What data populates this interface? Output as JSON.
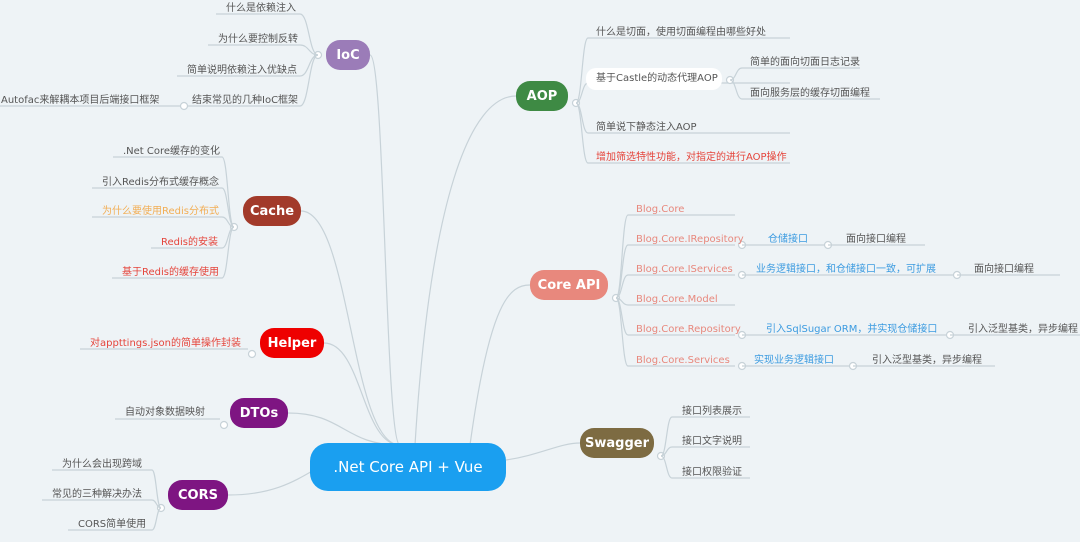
{
  "root": {
    "label": ".Net Core API + Vue",
    "color": "#1a9ff0"
  },
  "topics": {
    "ioc": {
      "label": "IoC",
      "color": "#9b7cb8"
    },
    "cache": {
      "label": "Cache",
      "color": "#a23a2a"
    },
    "helper": {
      "label": "Helper",
      "color": "#ee0000"
    },
    "dtos": {
      "label": "DTOs",
      "color": "#7e1582"
    },
    "cors": {
      "label": "CORS",
      "color": "#7e1582"
    },
    "aop": {
      "label": "AOP",
      "color": "#3e8a44"
    },
    "coreapi": {
      "label": "Core  API",
      "color": "#e8887d"
    },
    "swagger": {
      "label": "Swagger",
      "color": "#7d6b42"
    }
  },
  "ioc_items": [
    "什么是依赖注入",
    "为什么要控制反转",
    "简单说明依赖注入优缺点",
    "结束常见的几种IoC框架",
    "Autofac来解耦本项目后端接口框架"
  ],
  "cache_items": [
    ".Net Core缓存的变化",
    "引入Redis分布式缓存概念",
    "为什么要使用Redis分布式",
    "Redis的安装",
    "基于Redis的缓存使用"
  ],
  "helper_items": [
    "对appttings.json的简单操作封装"
  ],
  "dtos_items": [
    "自动对象数据映射"
  ],
  "cors_items": [
    "为什么会出现跨域",
    "常见的三种解决办法",
    "CORS简单使用"
  ],
  "aop_items": [
    "什么是切面，使用切面编程由哪些好处",
    "基于Castle的动态代理AOP",
    "简单的面向切面日志记录",
    "面向服务层的缓存切面编程",
    "简单说下静态注入AOP",
    "增加筛选特性功能，对指定的进行AOP操作"
  ],
  "coreapi_items": [
    "Blog.Core",
    "Blog.Core.IRepository",
    "仓储接口",
    "面向接口编程",
    "Blog.Core.IServices",
    "业务逻辑接口，和仓储接口一致，可扩展",
    "面向接口编程",
    "Blog.Core.Model",
    "Blog.Core.Repository",
    "引入SqlSugar ORM，并实现仓储接口",
    "引入泛型基类，异步编程",
    "Blog.Core.Services",
    "实现业务逻辑接口",
    "引入泛型基类，异步编程"
  ],
  "swagger_items": [
    "接口列表展示",
    "接口文字说明",
    "接口权限验证"
  ],
  "colors": {
    "line": "#c7d2d8",
    "text_default": "#555555",
    "text_red": "#e5443b",
    "text_pink": "#e8887d",
    "text_blue": "#3c9be0",
    "text_orange": "#f2ae55",
    "text_green": "#3e8a44"
  }
}
